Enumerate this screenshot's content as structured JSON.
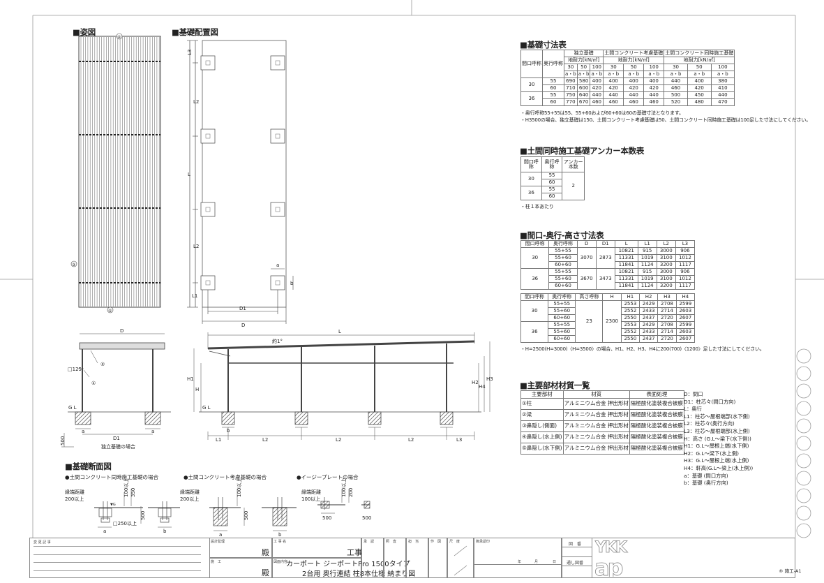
{
  "sections": {
    "elevation": "■姿図",
    "layout_plan": "■基礎配置図",
    "foundation_dims": "■基礎寸法表",
    "anchor_count": "■土間同時施工基礎アンカー本数表",
    "size_table": "■間口-奥行-高さ寸法表",
    "materials": "■主要部材材質一覧",
    "section_view": "■基礎断面図"
  },
  "elevation": {
    "top_mark": "④",
    "side_mark": "③",
    "bottom_mark": "⑤"
  },
  "layout_plan": {
    "L3": "L3",
    "L2a": "L2",
    "L": "L",
    "L2b": "L2",
    "L1": "L1",
    "D1": "D1",
    "D": "D",
    "a": "a",
    "b": "b"
  },
  "front_view": {
    "D": "D",
    "D1": "D1",
    "post": "□125",
    "m1": "①",
    "m2": "②",
    "gl": "G L",
    "a1": "a",
    "a2": "a",
    "dim500": "500",
    "caption": "独立基礎の場合"
  },
  "side_view": {
    "L": "L",
    "slope": "約1°",
    "L1": "L1",
    "L2a": "L2",
    "L2b": "L2",
    "L2c": "L2",
    "L3": "L3",
    "H": "H",
    "H1": "H1",
    "H2": "H2",
    "H3": "H3",
    "H4": "H4",
    "gl": "G L",
    "b": "b"
  },
  "foundation_table": {
    "h_opening": "間口呼称",
    "h_depth": "奥行呼称",
    "types": [
      "独立基礎",
      "土間コンクリート考慮基礎",
      "土間コンクリート同時施工基礎"
    ],
    "bearing": "地耐力[kN/㎡]",
    "loads": [
      "30",
      "50",
      "100",
      "30",
      "50",
      "100",
      "30",
      "50",
      "100"
    ],
    "ab": "a・b",
    "groups": [
      {
        "opening": "30",
        "rows": [
          {
            "depth": "55",
            "values": [
              "690",
              "580",
              "400",
              "400",
              "400",
              "400",
              "440",
              "400",
              "380"
            ]
          },
          {
            "depth": "60",
            "values": [
              "710",
              "600",
              "420",
              "420",
              "420",
              "420",
              "460",
              "420",
              "410"
            ]
          }
        ]
      },
      {
        "opening": "36",
        "rows": [
          {
            "depth": "55",
            "values": [
              "750",
              "640",
              "440",
              "440",
              "440",
              "440",
              "500",
              "450",
              "440"
            ]
          },
          {
            "depth": "60",
            "values": [
              "770",
              "670",
              "460",
              "460",
              "460",
              "460",
              "520",
              "480",
              "470"
            ]
          }
        ]
      }
    ],
    "notes": [
      "・奥行呼称55+55は55、55+60および60+60は60の基礎寸法となります。",
      "・H3500の場合、独立基礎は150、土間コンクリート考慮基礎は50、土間コンクリート同時施工基礎は100足した寸法にしてください。"
    ]
  },
  "anchor_table": {
    "h_opening": "間口呼称",
    "h_depth": "奥行呼称",
    "h_anchor": "アンカー本数",
    "anchors": "2",
    "groups": [
      {
        "opening": "30",
        "depths": [
          "55",
          "60"
        ]
      },
      {
        "opening": "36",
        "depths": [
          "55",
          "60"
        ]
      }
    ],
    "note": "・柱１本あたり"
  },
  "size_table": {
    "headers1": [
      "間口呼称",
      "奥行呼称",
      "D",
      "D1",
      "L",
      "L1",
      "L2",
      "L3"
    ],
    "groups1": [
      {
        "opening": "30",
        "D": "3070",
        "D1": "2873",
        "rows": [
          {
            "depth": "55+55",
            "v": [
              "10821",
              "915",
              "3000",
              "906"
            ]
          },
          {
            "depth": "55+60",
            "v": [
              "11331",
              "1019",
              "3100",
              "1012"
            ]
          },
          {
            "depth": "60+60",
            "v": [
              "11841",
              "1124",
              "3200",
              "1117"
            ]
          }
        ]
      },
      {
        "opening": "36",
        "D": "3670",
        "D1": "3473",
        "rows": [
          {
            "depth": "55+55",
            "v": [
              "10821",
              "915",
              "3000",
              "906"
            ]
          },
          {
            "depth": "55+60",
            "v": [
              "11331",
              "1019",
              "3100",
              "1012"
            ]
          },
          {
            "depth": "60+60",
            "v": [
              "11841",
              "1124",
              "3200",
              "1117"
            ]
          }
        ]
      }
    ],
    "headers2": [
      "間口呼称",
      "奥行呼称",
      "高さ呼称",
      "H",
      "H1",
      "H2",
      "H3",
      "H4"
    ],
    "height_name": "23",
    "H": "2300",
    "groups2": [
      {
        "opening": "30",
        "rows": [
          {
            "depth": "55+55",
            "v": [
              "2553",
              "2429",
              "2708",
              "2599"
            ]
          },
          {
            "depth": "55+60",
            "v": [
              "2552",
              "2433",
              "2714",
              "2603"
            ]
          },
          {
            "depth": "60+60",
            "v": [
              "2550",
              "2437",
              "2720",
              "2607"
            ]
          }
        ]
      },
      {
        "opening": "36",
        "rows": [
          {
            "depth": "55+55",
            "v": [
              "2553",
              "2429",
              "2708",
              "2599"
            ]
          },
          {
            "depth": "55+60",
            "v": [
              "2552",
              "2433",
              "2714",
              "2603"
            ]
          },
          {
            "depth": "60+60",
            "v": [
              "2550",
              "2437",
              "2720",
              "2607"
            ]
          }
        ]
      }
    ],
    "note": "・H=2500(H=3000)〈H=3500〉の場合、H1、H2、H3、H4に200(700)〈1200〉足した寸法にしてください。"
  },
  "materials": {
    "headers": [
      "主要部材",
      "材質",
      "表面処理"
    ],
    "rows": [
      [
        "①柱",
        "アルミニウム合金 押出形材",
        "陽極酸化塗装複合被膜"
      ],
      [
        "②梁",
        "アルミニウム合金 押出形材",
        "陽極酸化塗装複合被膜"
      ],
      [
        "③鼻隠し(側面)",
        "アルミニウム合金 押出形材",
        "陽極酸化塗装複合被膜"
      ],
      [
        "④鼻隠し(水上側)",
        "アルミニウム合金 押出形材",
        "陽極酸化塗装複合被膜"
      ],
      [
        "⑤鼻隠し(水下側)",
        "アルミニウム合金 押出形材",
        "陽極酸化塗装複合被膜"
      ]
    ]
  },
  "legend": [
    "D：間口",
    "D1：柱芯々(間口方向)",
    "L：奥行",
    "L1：柱芯～屋根端部(水下側)",
    "L2：柱芯々(奥行方向)",
    "L3：柱芯～屋根端部(水上側)",
    "H：高さ (G.L～梁下(水下側))",
    "H1：G.L～屋根上端(水下側)",
    "H2：G.L～梁下(水上側)",
    "H3：G.L～屋根上端(水上側)",
    "H4：軒高(G.L～梁上(水上側))",
    "a：基礎 (間口方向)",
    "b：基礎 (奥行方向)"
  ],
  "section_view": {
    "case1": "●土間コンクリート同時施工基礎の場合",
    "case2": "●土間コンクリート考慮基礎の場合",
    "case3": "●イージープレートの場合",
    "edge": "縁端距離",
    "edge200a": "200以上",
    "edge200b": "200以上",
    "edge100": "100以上",
    "d100a": "100以上",
    "d350": "350",
    "d500a": "500",
    "d250": "□250以上",
    "a1": "a",
    "b1": "b",
    "d100b": "100以上",
    "d500b": "500",
    "a2": "a",
    "b2": "b",
    "d100c": "100以上",
    "d200": "200",
    "d500c": "500",
    "d500d": "500",
    "g": "▼G"
  },
  "title_block": {
    "revision_label": "変 更 記 事",
    "design_label": "設計監理",
    "design_suffix": "殿",
    "construction_label": "施　工",
    "construction_suffix": "殿",
    "project_label": "工 事 名",
    "project_suffix": "工事",
    "drawing_label": "図面内容",
    "drawing_line1": "カーポート ジーポートPro 1500タイプ",
    "drawing_line2": "2台用 奥行連結 柱8本仕様 納まり図",
    "cols": [
      "承　認",
      "照　査",
      "担　当",
      "作　図",
      "尺　度"
    ],
    "approval_label": "御承認印",
    "date": [
      "年",
      "月",
      "日"
    ],
    "sheet_label": "図　番",
    "serial_label": "通し図番",
    "brand": "YKK ap",
    "code": "® 施工-A1"
  }
}
